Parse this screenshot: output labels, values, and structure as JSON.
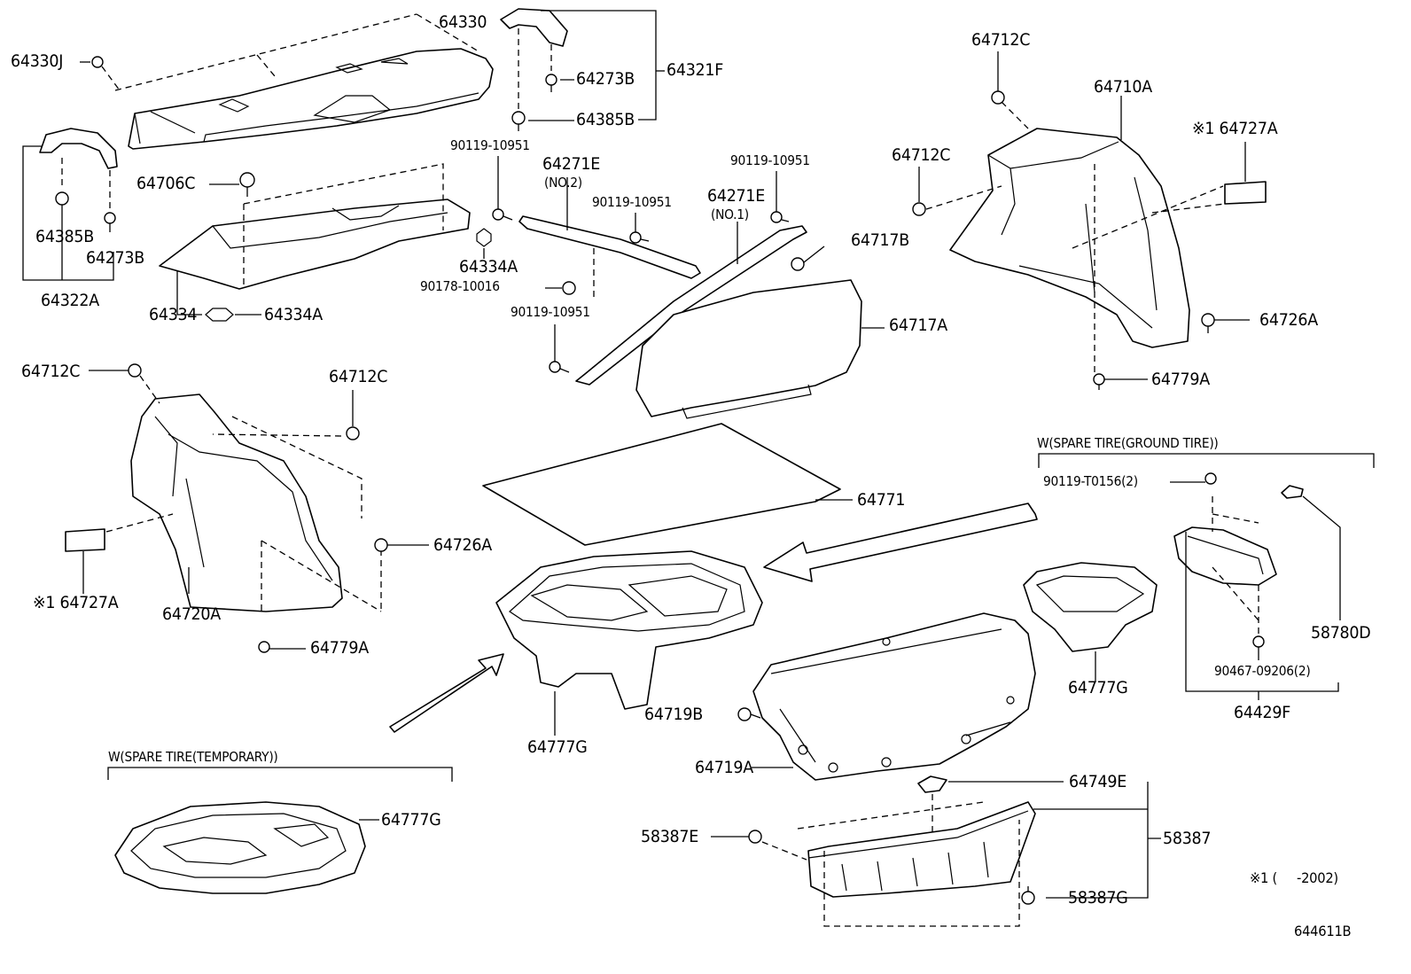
{
  "labels": {
    "l_64330": "64330",
    "l_64330J": "64330J",
    "l_64273B_top": "64273B",
    "l_64321F": "64321F",
    "l_64385B_top": "64385B",
    "l_64706C": "64706C",
    "l_64385B_left": "64385B",
    "l_64273B_left": "64273B",
    "l_64322A": "64322A",
    "l_64334": "64334",
    "l_64334A_bottom": "64334A",
    "l_64334A_mid": "64334A",
    "l_90119_10951_a": "90119-10951",
    "l_64271E_no2": "64271E",
    "l_no2": "(NO.2)",
    "l_90119_10951_b": "90119-10951",
    "l_90119_10951_c": "90119-10951",
    "l_64271E_no1": "64271E",
    "l_no1": "(NO.1)",
    "l_90178_10016": "90178-10016",
    "l_90119_10951_d": "90119-10951",
    "l_64717B": "64717B",
    "l_64717A": "64717A",
    "l_64712C_top": "64712C",
    "l_64710A": "64710A",
    "l_64727A_right": "※1 64727A",
    "l_64712C_rightmid": "64712C",
    "l_64726A_right": "64726A",
    "l_64779A_right": "64779A",
    "l_64712C_left": "64712C",
    "l_64712C_leftmid": "64712C",
    "l_64726A_left": "64726A",
    "l_64727A_left": "※1 64727A",
    "l_64720A": "64720A",
    "l_64779A_left": "64779A",
    "l_64771": "64771",
    "l_spare_ground": "W(SPARE TIRE(GROUND TIRE))",
    "l_90119_T0156": "90119-T0156(2)",
    "l_58780D": "58780D",
    "l_90467_09206": "90467-09206(2)",
    "l_64429F": "64429F",
    "l_64777G_right": "64777G",
    "l_64777G_mid": "64777G",
    "l_64719B": "64719B",
    "l_64719A": "64719A",
    "l_64749E": "64749E",
    "l_58387": "58387",
    "l_58387E": "58387E",
    "l_58387G": "58387G",
    "l_spare_temp": "W(SPARE TIRE(TEMPORARY))",
    "l_64777G_bottom": "64777G",
    "l_note": "※1 (     -2002)",
    "l_ref": "644611B"
  }
}
